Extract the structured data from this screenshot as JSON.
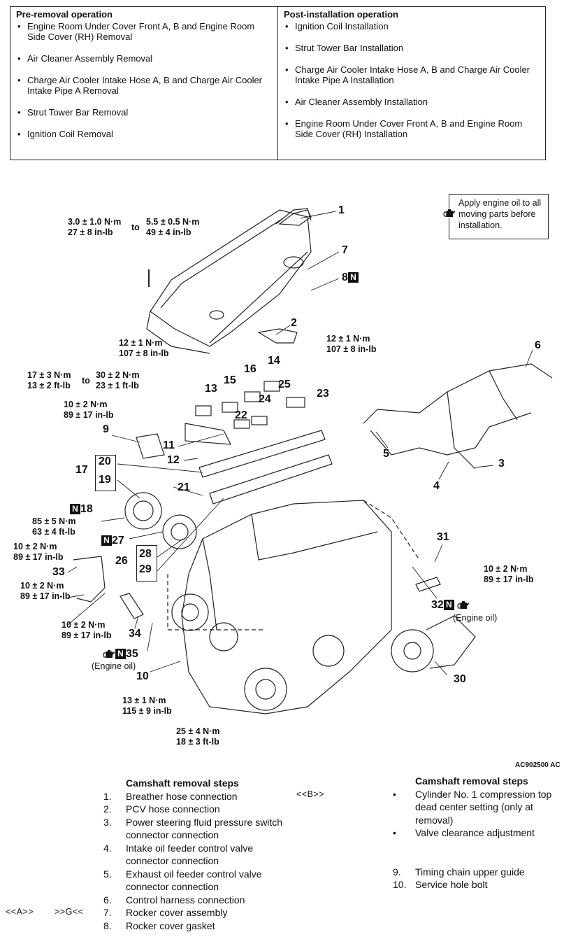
{
  "pre_removal": {
    "heading": "Pre-removal operation",
    "items": [
      "Engine Room Under Cover Front A, B and Engine Room Side Cover (RH) Removal",
      "Air Cleaner Assembly Removal",
      "Charge Air Cooler Intake Hose A, B and Charge Air Cooler Intake Pipe A Removal",
      "Strut Tower Bar Removal",
      "Ignition Coil Removal"
    ]
  },
  "post_installation": {
    "heading": "Post-installation operation",
    "items": [
      "Ignition Coil Installation",
      "Strut Tower Bar Installation",
      "Charge Air Cooler Intake Hose A, B and Charge Air Cooler Intake Pipe A Installation",
      "Air Cleaner Assembly Installation",
      "Engine Room Under Cover Front A, B and Engine Room Side Cover (RH) Installation"
    ]
  },
  "legend": {
    "text": "Apply engine oil to all moving parts before installation.",
    "icon": "oil-can-icon"
  },
  "torques": {
    "t1a": "3.0 ± 1.0 N·m",
    "t1b": "27 ± 8 in-lb",
    "to": "to",
    "t2a": "5.5 ± 0.5 N·m",
    "t2b": "49 ± 4 in-lb",
    "t3a": "12 ± 1 N·m",
    "t3b": "107 ± 8 in-lb",
    "t4a": "12 ± 1 N·m",
    "t4b": "107 ± 8 in-lb",
    "t5a": "17 ± 3 N·m",
    "t5b": "13 ± 2 ft-lb",
    "t6a": "30 ± 2 N·m",
    "t6b": "23 ± 1 ft-lb",
    "t7a": "10 ± 2 N·m",
    "t7b": "89 ± 17 in-lb",
    "t8a": "85 ± 5 N·m",
    "t8b": "63 ± 4 ft-lb",
    "t9a": "10 ± 2 N·m",
    "t9b": "89 ± 17 in-lb",
    "t10a": "10 ± 2 N·m",
    "t10b": "89 ± 17 in-lb",
    "t11a": "10 ± 2 N·m",
    "t11b": "89 ± 17 in-lb",
    "t12a": "10 ± 2 N·m",
    "t12b": "89 ± 17 in-lb",
    "t13a": "13 ± 1 N·m",
    "t13b": "115 ± 9 in-lb",
    "t14a": "25 ± 4 N·m",
    "t14b": "18 ± 3 ft-lb"
  },
  "engine_oil_label": "(Engine oil)",
  "n_badge": "N",
  "callouts": {
    "c1": "1",
    "c2": "2",
    "c3": "3",
    "c4": "4",
    "c5": "5",
    "c6": "6",
    "c7": "7",
    "c8": "8",
    "c9": "9",
    "c10": "10",
    "c11": "11",
    "c12": "12",
    "c13": "13",
    "c14": "14",
    "c15": "15",
    "c16": "16",
    "c17": "17",
    "c18": "18",
    "c19": "19",
    "c20": "20",
    "c21": "21",
    "c22": "22",
    "c23": "23",
    "c24": "24",
    "c25": "25",
    "c26": "26",
    "c27": "27",
    "c28": "28",
    "c29": "29",
    "c30": "30",
    "c31": "31",
    "c32": "32",
    "c33": "33",
    "c34": "34",
    "c35": "35"
  },
  "figure_code": "AC902500 AC",
  "steps_left": {
    "title": "Camshaft removal steps",
    "items": [
      {
        "num": "1.",
        "text": "Breather hose connection"
      },
      {
        "num": "2.",
        "text": "PCV hose connection"
      },
      {
        "num": "3.",
        "text": "Power steering fluid pressure switch connector connection"
      },
      {
        "num": "4.",
        "text": "Intake oil feeder control valve connector connection"
      },
      {
        "num": "5.",
        "text": "Exhaust oil feeder control valve connector connection"
      },
      {
        "num": "6.",
        "text": "Control harness connection"
      },
      {
        "num": "7.",
        "text": "Rocker cover assembly"
      },
      {
        "num": "8.",
        "text": "Rocker cover gasket"
      }
    ]
  },
  "steps_right": {
    "title": "Camshaft removal steps",
    "bullets": [
      "Cylinder No. 1 compression top dead center setting (only at removal)",
      "Valve clearance adjustment"
    ],
    "items": [
      {
        "num": "9.",
        "text": "Timing chain upper guide"
      },
      {
        "num": "10.",
        "text": "Service hole bolt"
      }
    ]
  },
  "refs": {
    "b": "<<B>>",
    "a": "<<A>>",
    "g": ">>G<<"
  }
}
